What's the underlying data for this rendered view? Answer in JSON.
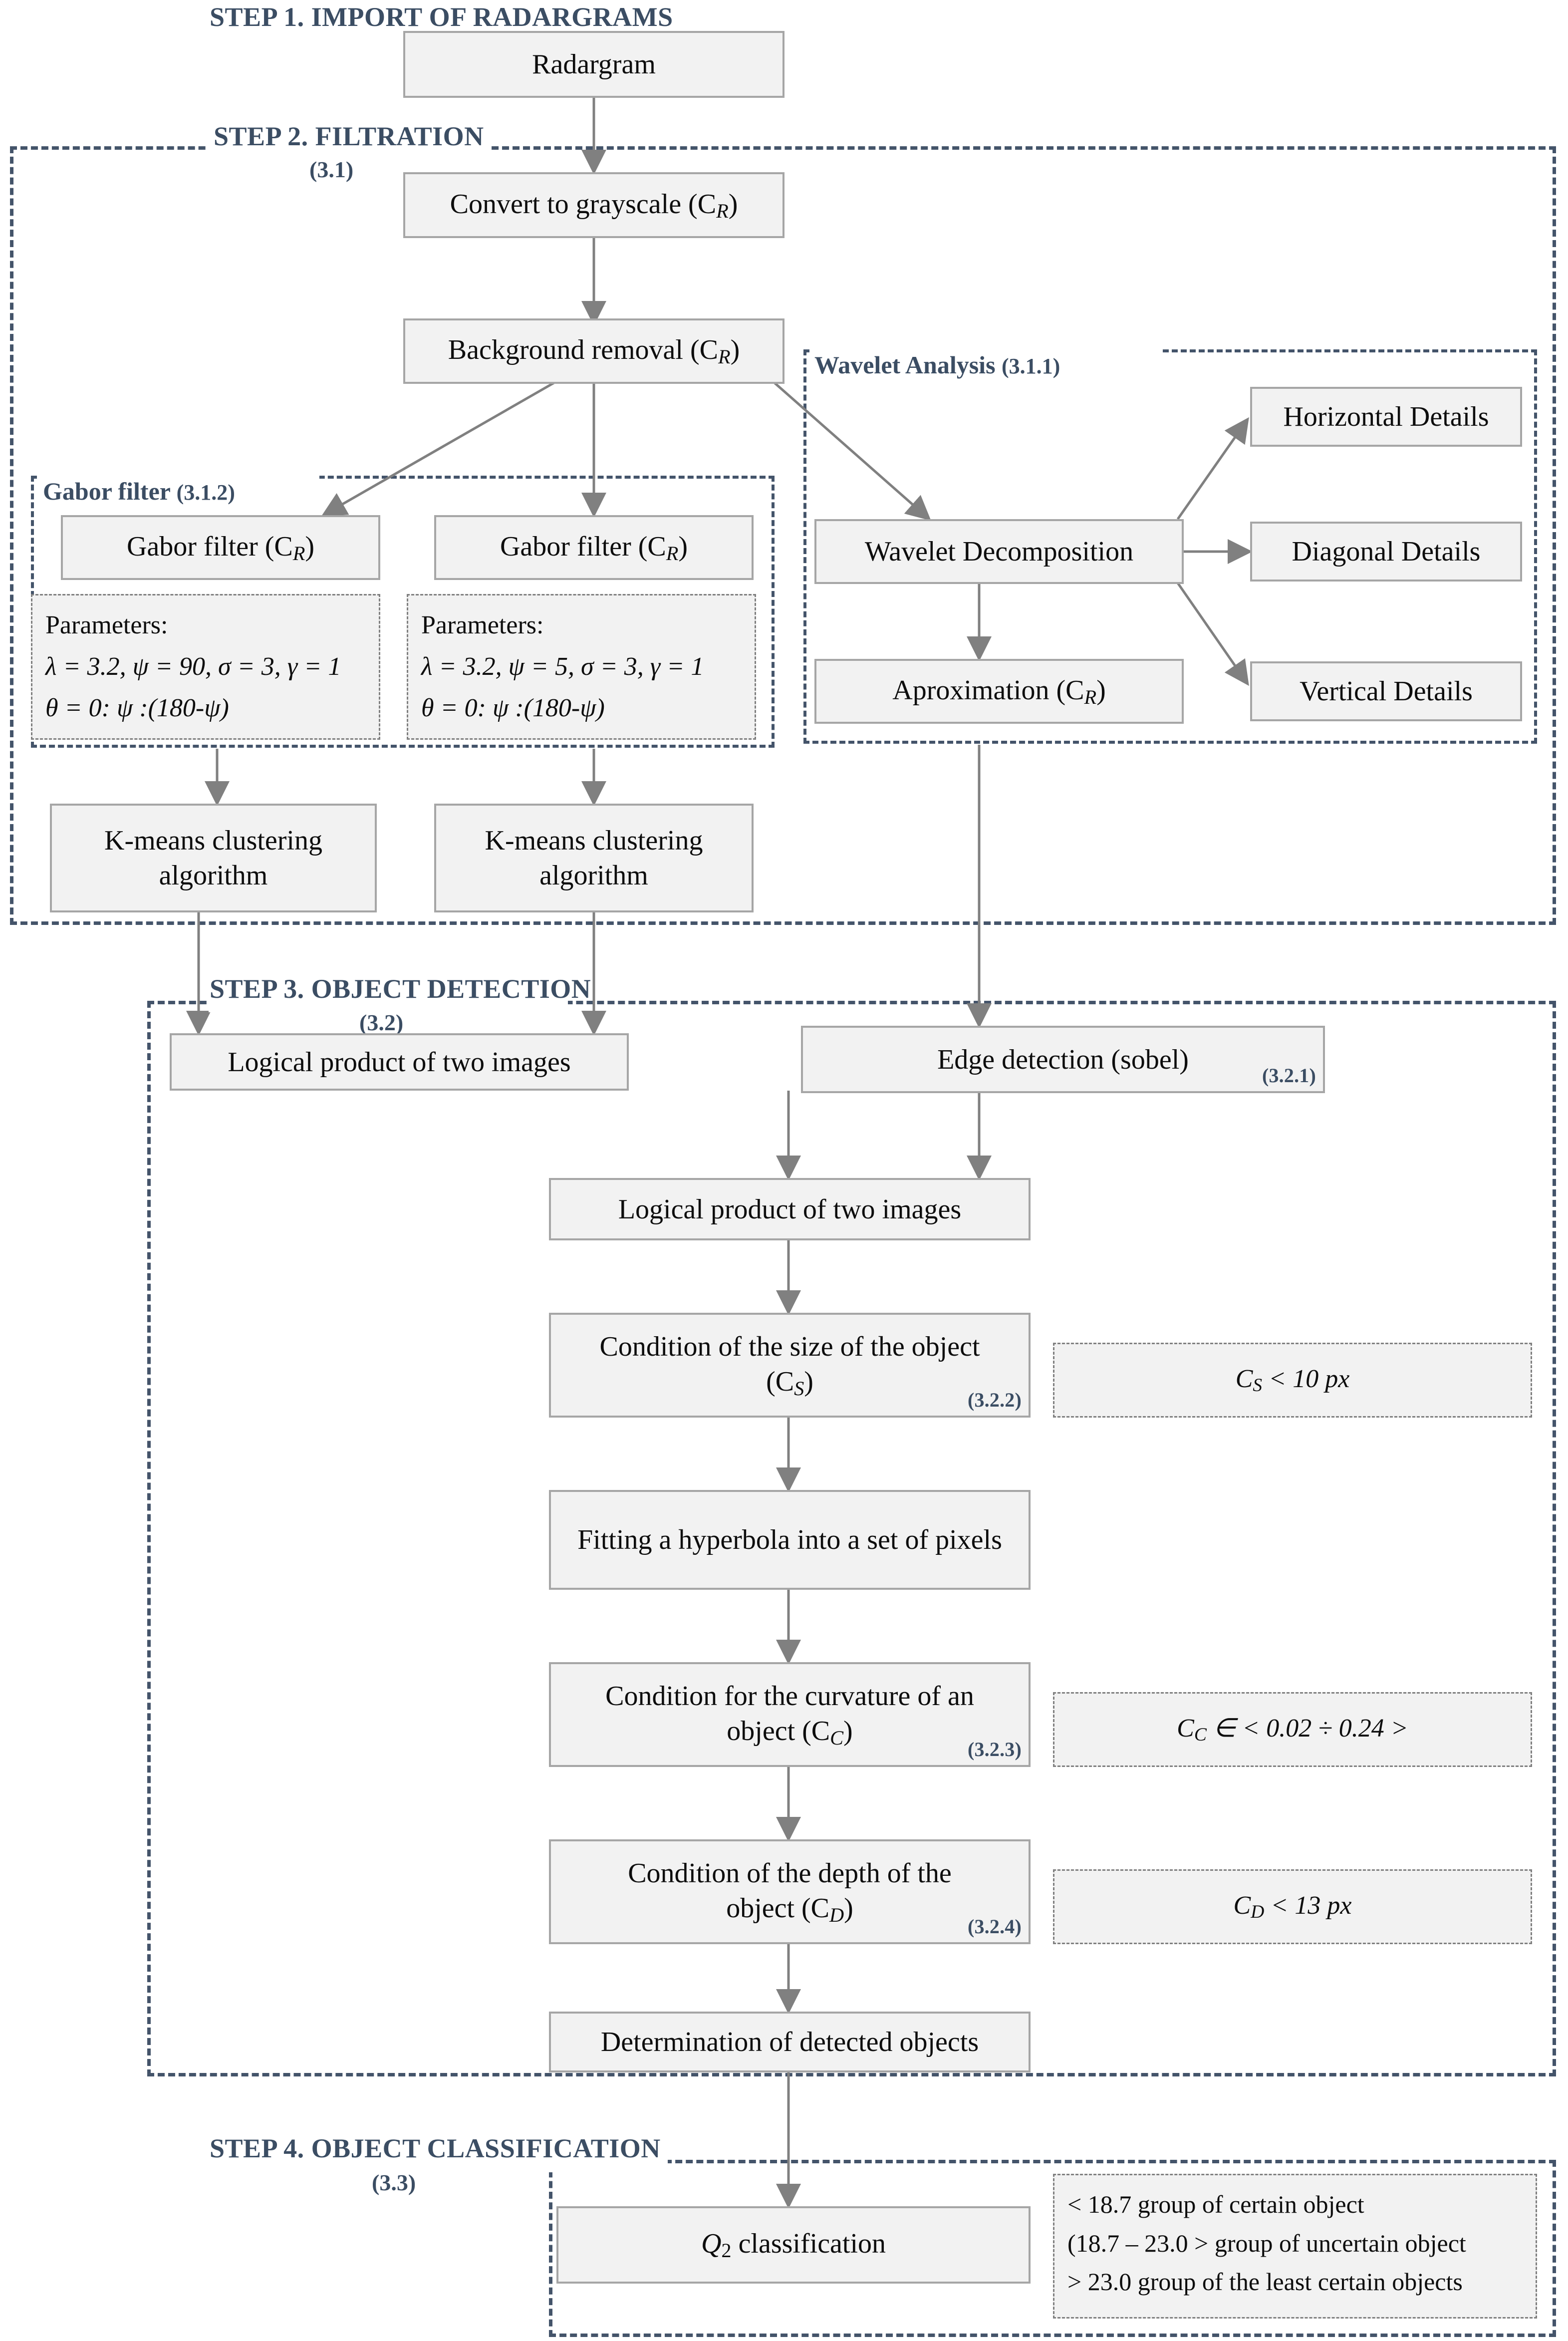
{
  "diagram": {
    "title": "Radargram processing workflow",
    "colors": {
      "step_label": "#3b4d63",
      "region_border": "#44546a",
      "box_fill": "#f2f2f2",
      "box_border": "#a6a6a6",
      "connector": "#808080",
      "dotted_border": "#808080"
    }
  },
  "steps": [
    {
      "id": "step1",
      "label": "STEP 1. IMPORT OF RADARGRAMS",
      "number": ""
    },
    {
      "id": "step2",
      "label": "STEP 2. FILTRATION",
      "number": "(3.1)"
    },
    {
      "id": "step3",
      "label": "STEP 3. OBJECT DETECTION",
      "number": "(3.2)"
    },
    {
      "id": "step4",
      "label": "STEP 4. OBJECT CLASSIFICATION",
      "number": "(3.3)"
    }
  ],
  "regions": [
    {
      "id": "gabor",
      "label": "Gabor filter",
      "number": "(3.1.2)"
    },
    {
      "id": "wavelet",
      "label": "Wavelet Analysis",
      "number": "(3.1.1)"
    }
  ],
  "nodes": {
    "radargram": "Radargram",
    "grayscale": "Convert to grayscale (C",
    "grayscale_sub": "R",
    "grayscale_tail": ")",
    "background_removal": "Background removal (C",
    "gabor_filter_1": "Gabor filter (C",
    "gabor_filter_2": "Gabor filter (C",
    "kmeans_1": "K-means clustering algorithm",
    "kmeans_2": "K-means clustering algorithm",
    "wavelet_decomposition": "Wavelet Decomposition",
    "horizontal_details": "Horizontal Details",
    "diagonal_details": "Diagonal Details",
    "vertical_details": "Vertical Details",
    "approximation": "Aproximation (C",
    "logical_product_1": "Logical product of two images",
    "edge_detection": "Edge detection (sobel)",
    "edge_detection_num": "(3.2.1)",
    "logical_product_2": "Logical product of two images",
    "cond_size_l1": "Condition of the size of the object",
    "cond_size_l2": "(C",
    "cond_size_sub": "S",
    "cond_size_num": "(3.2.2)",
    "fitting_hyperbola": "Fitting a hyperbola into a set of pixels",
    "cond_curv_l1": "Condition for the curvature of an",
    "cond_curv_l2": "object (C",
    "cond_curv_sub": "C",
    "cond_curv_num": "(3.2.3)",
    "cond_depth_l1": "Condition of the depth of the",
    "cond_depth_l2": "object (C",
    "cond_depth_sub": "D",
    "cond_depth_num": "(3.2.4)",
    "determination": "Determination of detected objects",
    "q2_classification_pre": "Q",
    "q2_classification_sub": "2",
    "q2_classification_post": " classification"
  },
  "parameters": {
    "gabor_1": {
      "heading": "Parameters:",
      "line1": "λ = 3.2,  ψ = 90, σ = 3, γ = 1",
      "line2": "θ = 0:  ψ :(180-ψ)"
    },
    "gabor_2": {
      "heading": "Parameters:",
      "line1": "λ = 3.2,  ψ = 5, σ = 3, γ = 1",
      "line2": "θ = 0:  ψ :(180-ψ)"
    }
  },
  "conditions": [
    {
      "id": "size",
      "symbol": "C",
      "subscript": "S",
      "expression": " < 10 px"
    },
    {
      "id": "curvature",
      "symbol": "C",
      "subscript": "C",
      "expression": " ∈ < 0.02 ÷ 0.24 >"
    },
    {
      "id": "depth",
      "symbol": "C",
      "subscript": "D",
      "expression": " < 13 px"
    }
  ],
  "classification_legend": {
    "line1": "< 18.7 group of certain object",
    "line2": "(18.7 – 23.0 > group of uncertain object",
    "line3": "> 23.0 group of the least certain objects"
  }
}
